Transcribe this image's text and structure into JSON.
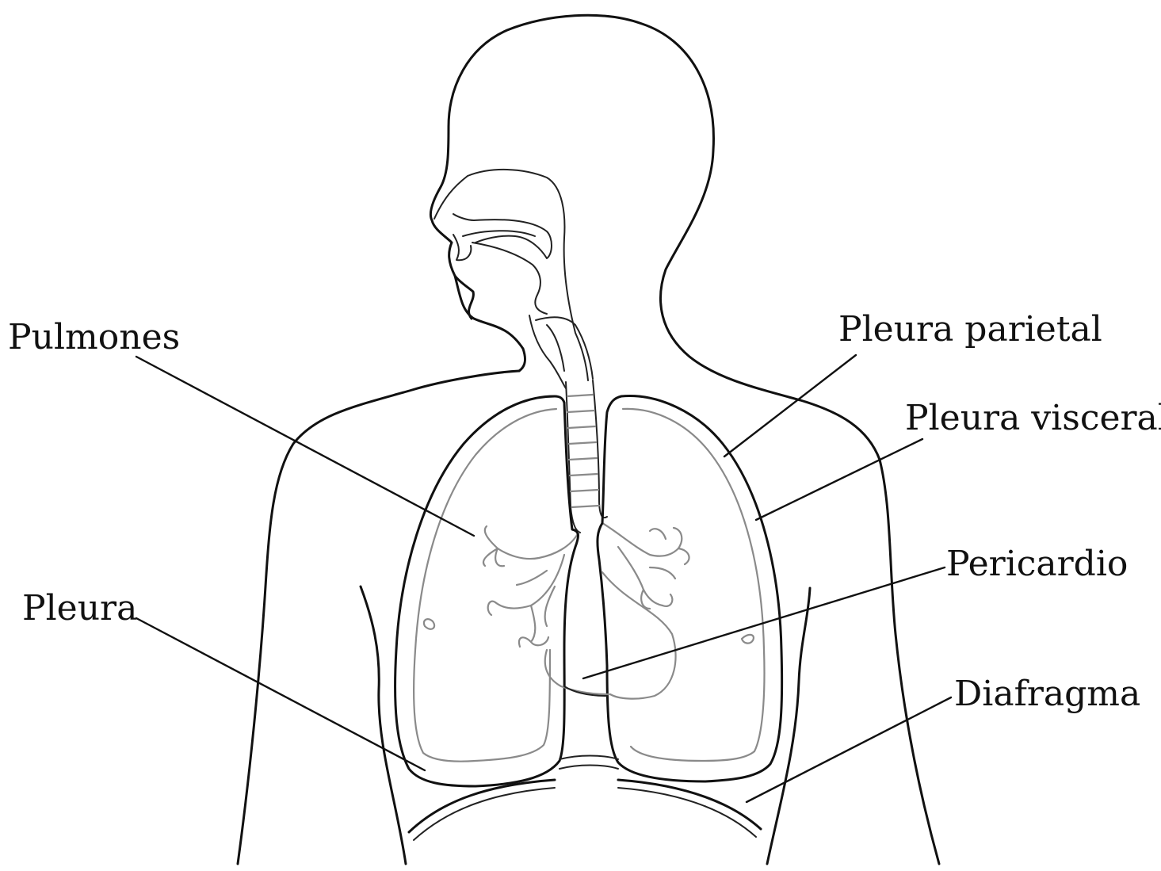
{
  "labels": {
    "pulmones": "Pulmones",
    "pleura": "Pleura",
    "pleura_parietal": "Pleura parietal",
    "pleura_visceral": "Pleura visceral",
    "pericardio": "Pericardio",
    "diafragma": "Diafragma"
  }
}
